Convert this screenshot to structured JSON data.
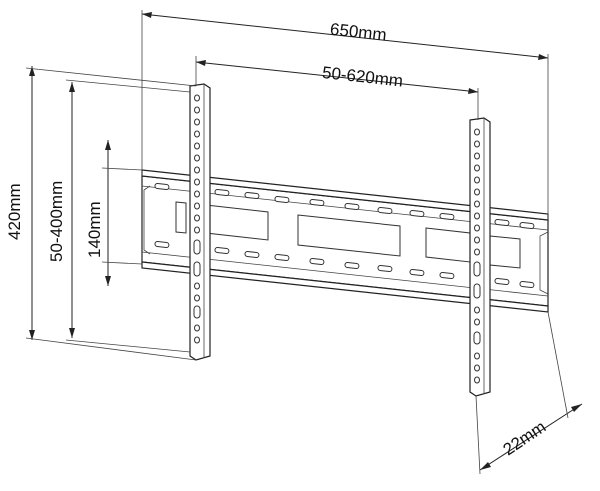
{
  "diagram": {
    "dimensions": {
      "overall_width": "650mm",
      "vertical_spacing_range": "50-620mm",
      "overall_height": "420mm",
      "arm_spacing_range": "50-400mm",
      "plate_height": "140mm",
      "depth": "22mm"
    },
    "colors": {
      "line": "#222222",
      "background": "#ffffff"
    }
  }
}
